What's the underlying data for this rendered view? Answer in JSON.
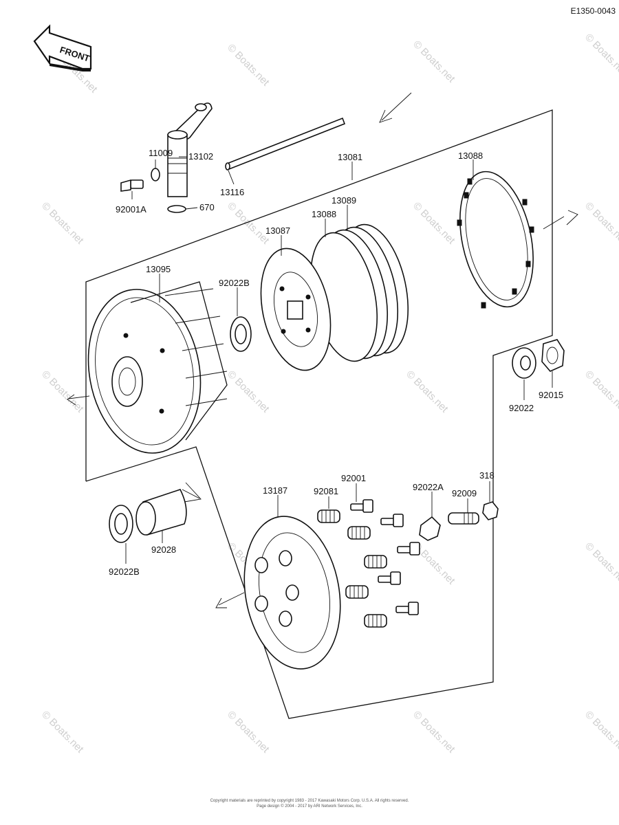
{
  "diagram_code": "E1350-0043",
  "front_label": "FRONT",
  "watermark": "© Boats.net",
  "footer": {
    "line1": "Copyright materials are reprinted by copyright 1983 - 2017 Kawasaki Motors Corp. U.S.A. All rights reserved.",
    "line2": "Page design © 2004 - 2017 by ARI Network Services, Inc."
  },
  "callouts": [
    {
      "id": "c11009",
      "label": "11009"
    },
    {
      "id": "c13102",
      "label": "13102"
    },
    {
      "id": "c13116",
      "label": "13116"
    },
    {
      "id": "c92001A",
      "label": "92001A"
    },
    {
      "id": "c670",
      "label": "670"
    },
    {
      "id": "c13081",
      "label": "13081"
    },
    {
      "id": "c13088a",
      "label": "13088"
    },
    {
      "id": "c13089",
      "label": "13089"
    },
    {
      "id": "c13088b",
      "label": "13088"
    },
    {
      "id": "c13087",
      "label": "13087"
    },
    {
      "id": "c13095",
      "label": "13095"
    },
    {
      "id": "c92022B_top",
      "label": "92022B"
    },
    {
      "id": "c92022",
      "label": "92022"
    },
    {
      "id": "c92015",
      "label": "92015"
    },
    {
      "id": "c92028",
      "label": "92028"
    },
    {
      "id": "c92022B_bot",
      "label": "92022B"
    },
    {
      "id": "c13187",
      "label": "13187"
    },
    {
      "id": "c92081",
      "label": "92081"
    },
    {
      "id": "c92001",
      "label": "92001"
    },
    {
      "id": "c92022A",
      "label": "92022A"
    },
    {
      "id": "c92009",
      "label": "92009"
    },
    {
      "id": "c318",
      "label": "318"
    }
  ]
}
